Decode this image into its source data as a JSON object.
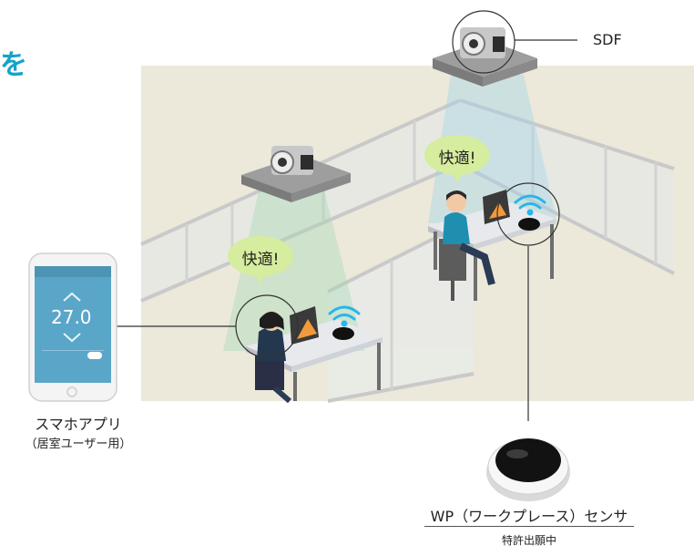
{
  "heading_fragment": "を",
  "labels": {
    "sdf": "SDF",
    "app_name": "スマホアプリ",
    "app_sub": "（居室ユーザー用）",
    "sensor_name": "WP（ワークプレース）センサ",
    "patent": "特許出願中"
  },
  "bubbles": {
    "left": "快適!",
    "right": "快適!"
  },
  "phone": {
    "temperature": "27.0"
  },
  "colors": {
    "accent": "#14a3c9",
    "bubble": "#d6ec9e",
    "floor": "#ece8da",
    "wifi": "#29b6e8",
    "phone_screen": "#5aa6c8"
  }
}
